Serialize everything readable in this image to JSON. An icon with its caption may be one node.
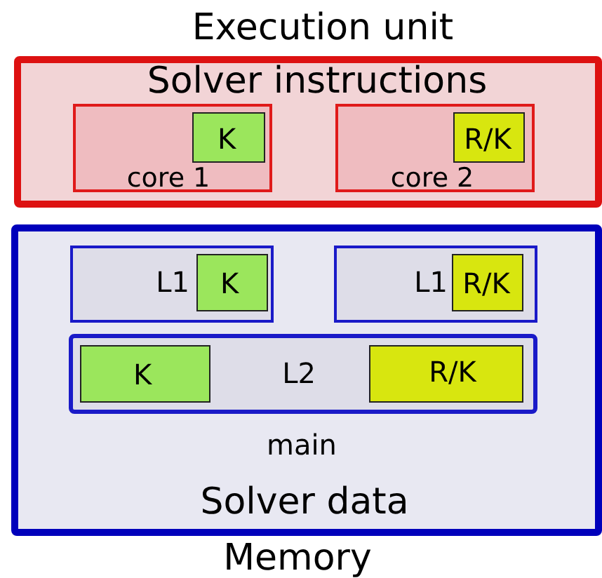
{
  "diagram": {
    "nodes": [
      {
        "text": [
          "Execution unit",
          "Solver instructions"
        ]
      },
      {
        "text": [
          "core 1"
        ],
        "in": 0
      },
      {
        "text": [
          "K"
        ],
        "in": 1
      },
      {
        "text": [
          "core 2"
        ],
        "in": 0
      },
      {
        "text": [
          "R/K"
        ],
        "in": 3
      },
      {
        "text": [
          "main",
          "Solver data",
          "Memory"
        ]
      },
      {
        "text": [
          "L1"
        ],
        "in": 5
      },
      {
        "text": [
          "K"
        ],
        "in": 6
      },
      {
        "text": [
          "L1"
        ],
        "in": 5
      },
      {
        "text": [
          "R/K"
        ],
        "in": 8
      },
      {
        "text": [
          "L2"
        ],
        "in": 5
      },
      {
        "text": [
          "K"
        ],
        "in": 10
      },
      {
        "text": [
          "R/K"
        ],
        "in": 10
      }
    ]
  }
}
